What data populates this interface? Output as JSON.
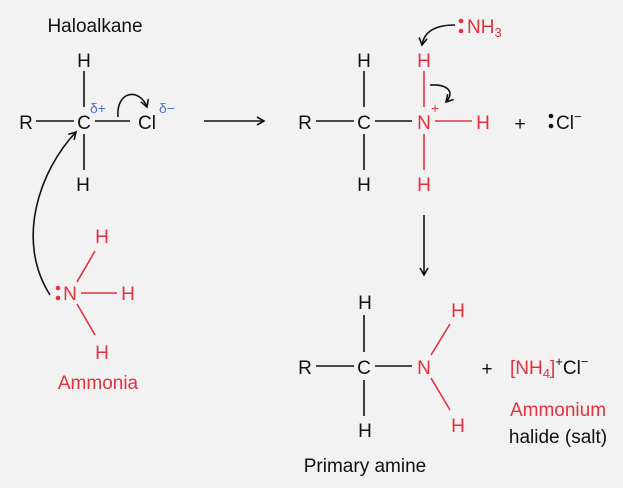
{
  "colors": {
    "background": "#f2f2f2",
    "text": "#111111",
    "highlight": "#e2323f",
    "partial_charge": "#4a72c8"
  },
  "haloalkane": {
    "title": "Haloalkane",
    "r": "R",
    "c": "C",
    "cl": "Cl",
    "h_top": "H",
    "h_bottom": "H",
    "delta_plus": "δ+",
    "delta_minus": "δ−"
  },
  "ammonia": {
    "n": "N",
    "h1": "H",
    "h2": "H",
    "h3": "H",
    "label": "Ammonia"
  },
  "intermediate": {
    "r": "R",
    "c": "C",
    "n": "N",
    "n_charge": "+",
    "h_c_top": "H",
    "h_c_bottom": "H",
    "h_n_top": "H",
    "h_n_right": "H",
    "h_n_bottom": "H",
    "plus": "+",
    "chloride": "Cl",
    "chloride_charge": "−",
    "attacking_ammonia": "NH",
    "attacking_ammonia_sub": "3"
  },
  "product": {
    "r": "R",
    "c": "C",
    "n": "N",
    "h_c_top": "H",
    "h_c_bottom": "H",
    "h_n_top": "H",
    "h_n_bottom": "H",
    "label": "Primary amine",
    "plus": "+",
    "salt_open": "[NH",
    "salt_sub": "4",
    "salt_close": "]",
    "salt_charge": "+",
    "salt_anion": "Cl",
    "salt_anion_charge": "−",
    "salt_label_1": "Ammonium",
    "salt_label_2": "halide (salt)"
  }
}
